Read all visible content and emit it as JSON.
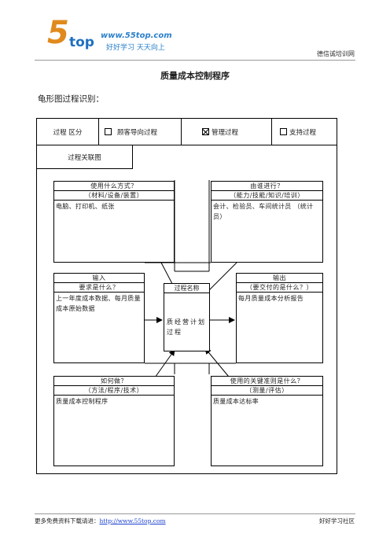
{
  "header": {
    "logo_digit": "5",
    "logo_word": "top",
    "logo_url": "www.55top.com",
    "logo_slogan": "好好学习  天天向上",
    "right_text": "德信诚培训网"
  },
  "title": "质量成本控制程序",
  "subtitle": "龟形图过程识别：",
  "classification": {
    "label": "过程  区分",
    "options": [
      {
        "label": "顾客导向过程",
        "checked": false
      },
      {
        "label": "管理过程",
        "checked": true
      },
      {
        "label": "支持过程",
        "checked": false
      }
    ]
  },
  "relation_label": "过程关联图",
  "boxes": {
    "top_left": {
      "q": "使用什么方式？",
      "sub": "（材料/设备/装置）",
      "body": "电脑、打印机、纸张"
    },
    "top_right": {
      "q": "由谁进行？",
      "sub": "（能力/技能/知识/培训）",
      "body": "会计、检验员、车间统计员 （统计员）"
    },
    "mid_left": {
      "q": "输入",
      "sub": "要求是什么？",
      "body": "上一年度成本数据、每月质量成本原始数据"
    },
    "mid_right": {
      "q": "输出",
      "sub": "（要交付的是什么？）",
      "body": "每月质量成本分析报告"
    },
    "bottom_left": {
      "q": "如何做？",
      "sub": "（方法/程序/技术）",
      "body": "质量成本控制程序"
    },
    "bottom_right": {
      "q": "使用的关键准则是什么？",
      "sub": "（测量/评估）",
      "body": "质量成本达标率"
    }
  },
  "center": {
    "caption": "过程名称",
    "text": "质经营计划过程"
  },
  "footer": {
    "left_prefix": "更多免费资料下载请进：",
    "left_link": "http://www.55top.com",
    "right": "好好学习社区"
  }
}
